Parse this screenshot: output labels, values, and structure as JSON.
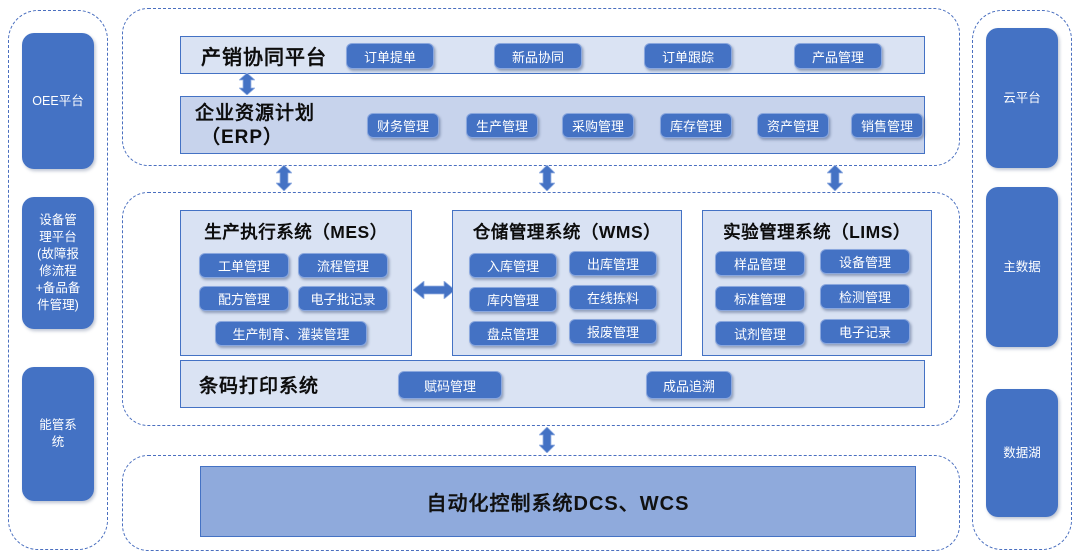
{
  "colors": {
    "accent": "#4472c4",
    "panel_fill": "#dae3f3",
    "erp_fill": "#c7d3ec",
    "bottom_fill": "#8faadc"
  },
  "left_panel": {
    "items": [
      {
        "label": "OEE平台"
      },
      {
        "label": "设备管理平台 (故障报修流程+备品备件管理)"
      },
      {
        "label": "能管系统"
      }
    ]
  },
  "right_panel": {
    "items": [
      {
        "label": "云平台"
      },
      {
        "label": "主数据"
      },
      {
        "label": "数据湖"
      }
    ]
  },
  "top_section": {
    "sales_platform": {
      "title": "产销协同平台",
      "buttons": [
        "订单提单",
        "新品协同",
        "订单跟踪",
        "产品管理"
      ]
    },
    "erp": {
      "title_line1": "企业资源计划",
      "title_line2": "（ERP）",
      "buttons": [
        "财务管理",
        "生产管理",
        "采购管理",
        "库存管理",
        "资产管理",
        "销售管理"
      ]
    }
  },
  "mid_section": {
    "mes": {
      "title": "生产执行系统（MES）",
      "buttons": [
        "工单管理",
        "流程管理",
        "配方管理",
        "电子批记录",
        "生产制育、灌装管理"
      ]
    },
    "wms": {
      "title": "仓储管理系统（WMS）",
      "buttons": [
        "入库管理",
        "出库管理",
        "库内管理",
        "在线拣料",
        "盘点管理",
        "报废管理"
      ]
    },
    "lims": {
      "title": "实验管理系统（LIMS）",
      "buttons": [
        "样品管理",
        "设备管理",
        "标准管理",
        "检测管理",
        "试剂管理",
        "电子记录"
      ]
    },
    "barcode": {
      "title": "条码打印系统",
      "buttons": [
        "赋码管理",
        "成品追溯"
      ]
    }
  },
  "bottom_section": {
    "title": "自动化控制系统DCS、WCS"
  }
}
